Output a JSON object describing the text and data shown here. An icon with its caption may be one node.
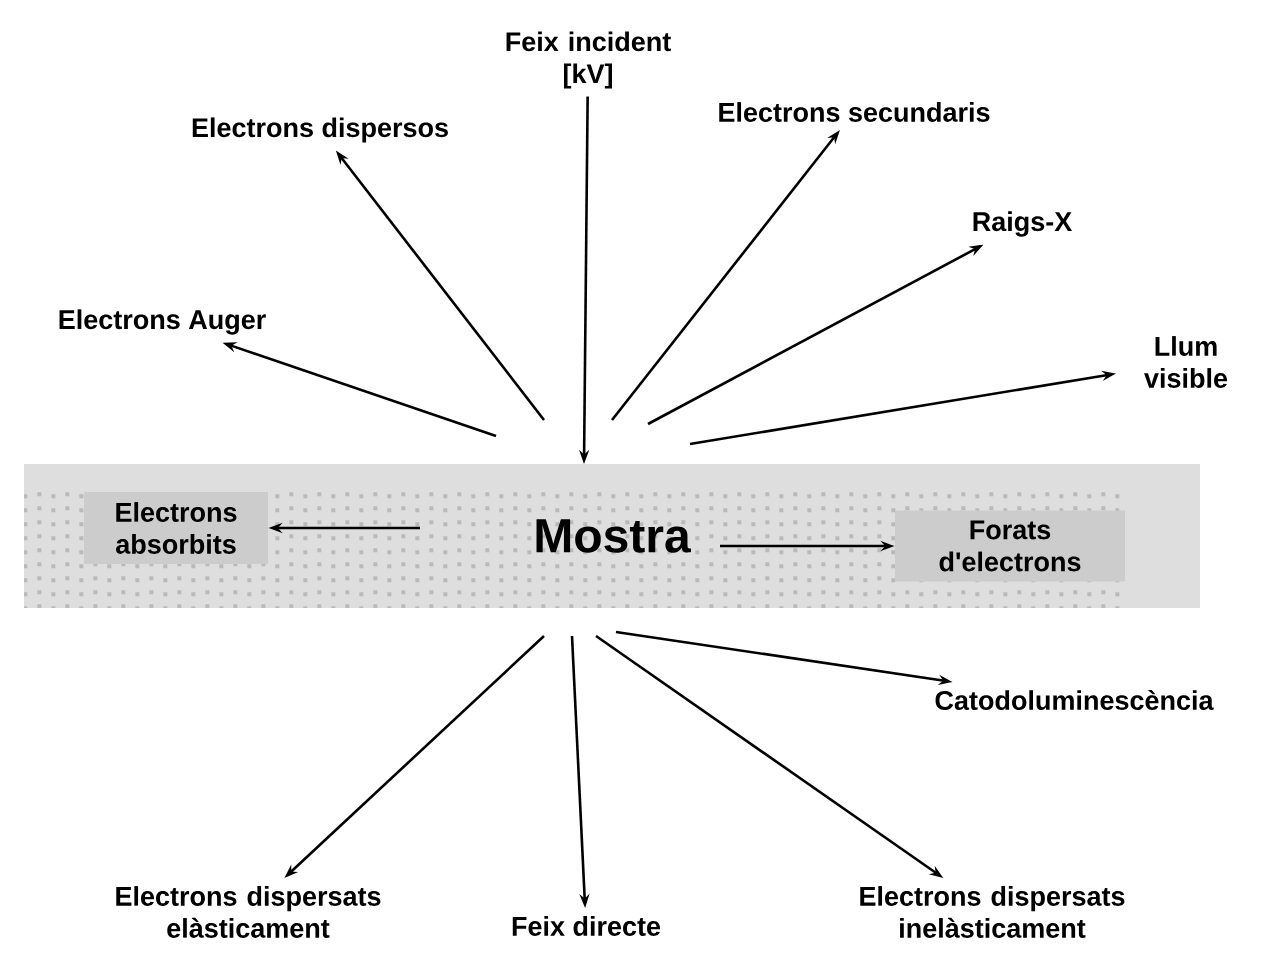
{
  "diagram": {
    "nodes": [
      {
        "text": [
          "Feix incident [kV]"
        ]
      },
      {
        "text": [
          "Electrons dispersos"
        ]
      },
      {
        "text": [
          "Electrons secundaris"
        ]
      },
      {
        "text": [
          "Raigs-X"
        ]
      },
      {
        "text": [
          "Electrons Auger"
        ]
      },
      {
        "text": [
          "Llum visible"
        ]
      },
      {
        "text": [
          "Mostra"
        ]
      },
      {
        "text": [
          "Electrons absorbits"
        ],
        "in": 6
      },
      {
        "text": [
          "Forats d'electrons"
        ],
        "in": 6
      },
      {
        "text": [
          "Catodoluminescència"
        ]
      },
      {
        "text": [
          "Electrons dispersats elàsticament"
        ]
      },
      {
        "text": [
          "Feix directe"
        ]
      },
      {
        "text": [
          "Electrons dispersats inelàsticament"
        ]
      }
    ],
    "edges": [
      {
        "from": 0,
        "to": 6,
        "arrow": "to"
      },
      {
        "from": 6,
        "to": 4,
        "arrow": "to"
      },
      {
        "from": 6,
        "to": 1,
        "arrow": "to"
      },
      {
        "from": 6,
        "to": 2,
        "arrow": "to"
      },
      {
        "from": 6,
        "to": 3,
        "arrow": "to"
      },
      {
        "from": 6,
        "to": 5,
        "arrow": "to"
      },
      {
        "from": 6,
        "to": 7,
        "arrow": "to"
      },
      {
        "from": 6,
        "to": 8,
        "arrow": "to"
      },
      {
        "from": 6,
        "to": 9,
        "arrow": "to"
      },
      {
        "from": 6,
        "to": 10,
        "arrow": "to"
      },
      {
        "from": 6,
        "to": 11,
        "arrow": "to"
      },
      {
        "from": 6,
        "to": 12,
        "arrow": "to"
      }
    ]
  }
}
